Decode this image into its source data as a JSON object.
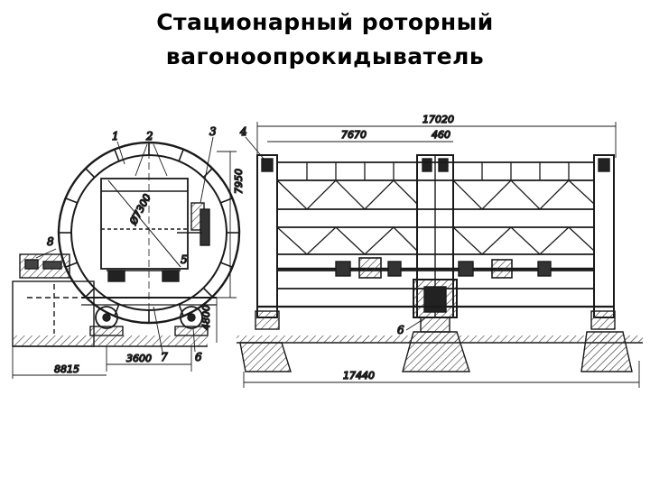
{
  "slide": {
    "title_line1": "Стационарный роторный",
    "title_line2": "вагоноопрокидыватель"
  },
  "drawing": {
    "callouts": [
      "1",
      "2",
      "3",
      "4",
      "5",
      "6",
      "7",
      "8"
    ],
    "dimensions": {
      "total_length": "17020",
      "section_length": "7670",
      "gap": "460",
      "height": "7950",
      "rotor_diameter": "Ø7300",
      "base_height": "4800",
      "spacing": "3600",
      "foundation": "8815",
      "foundation_length": "17440"
    }
  }
}
